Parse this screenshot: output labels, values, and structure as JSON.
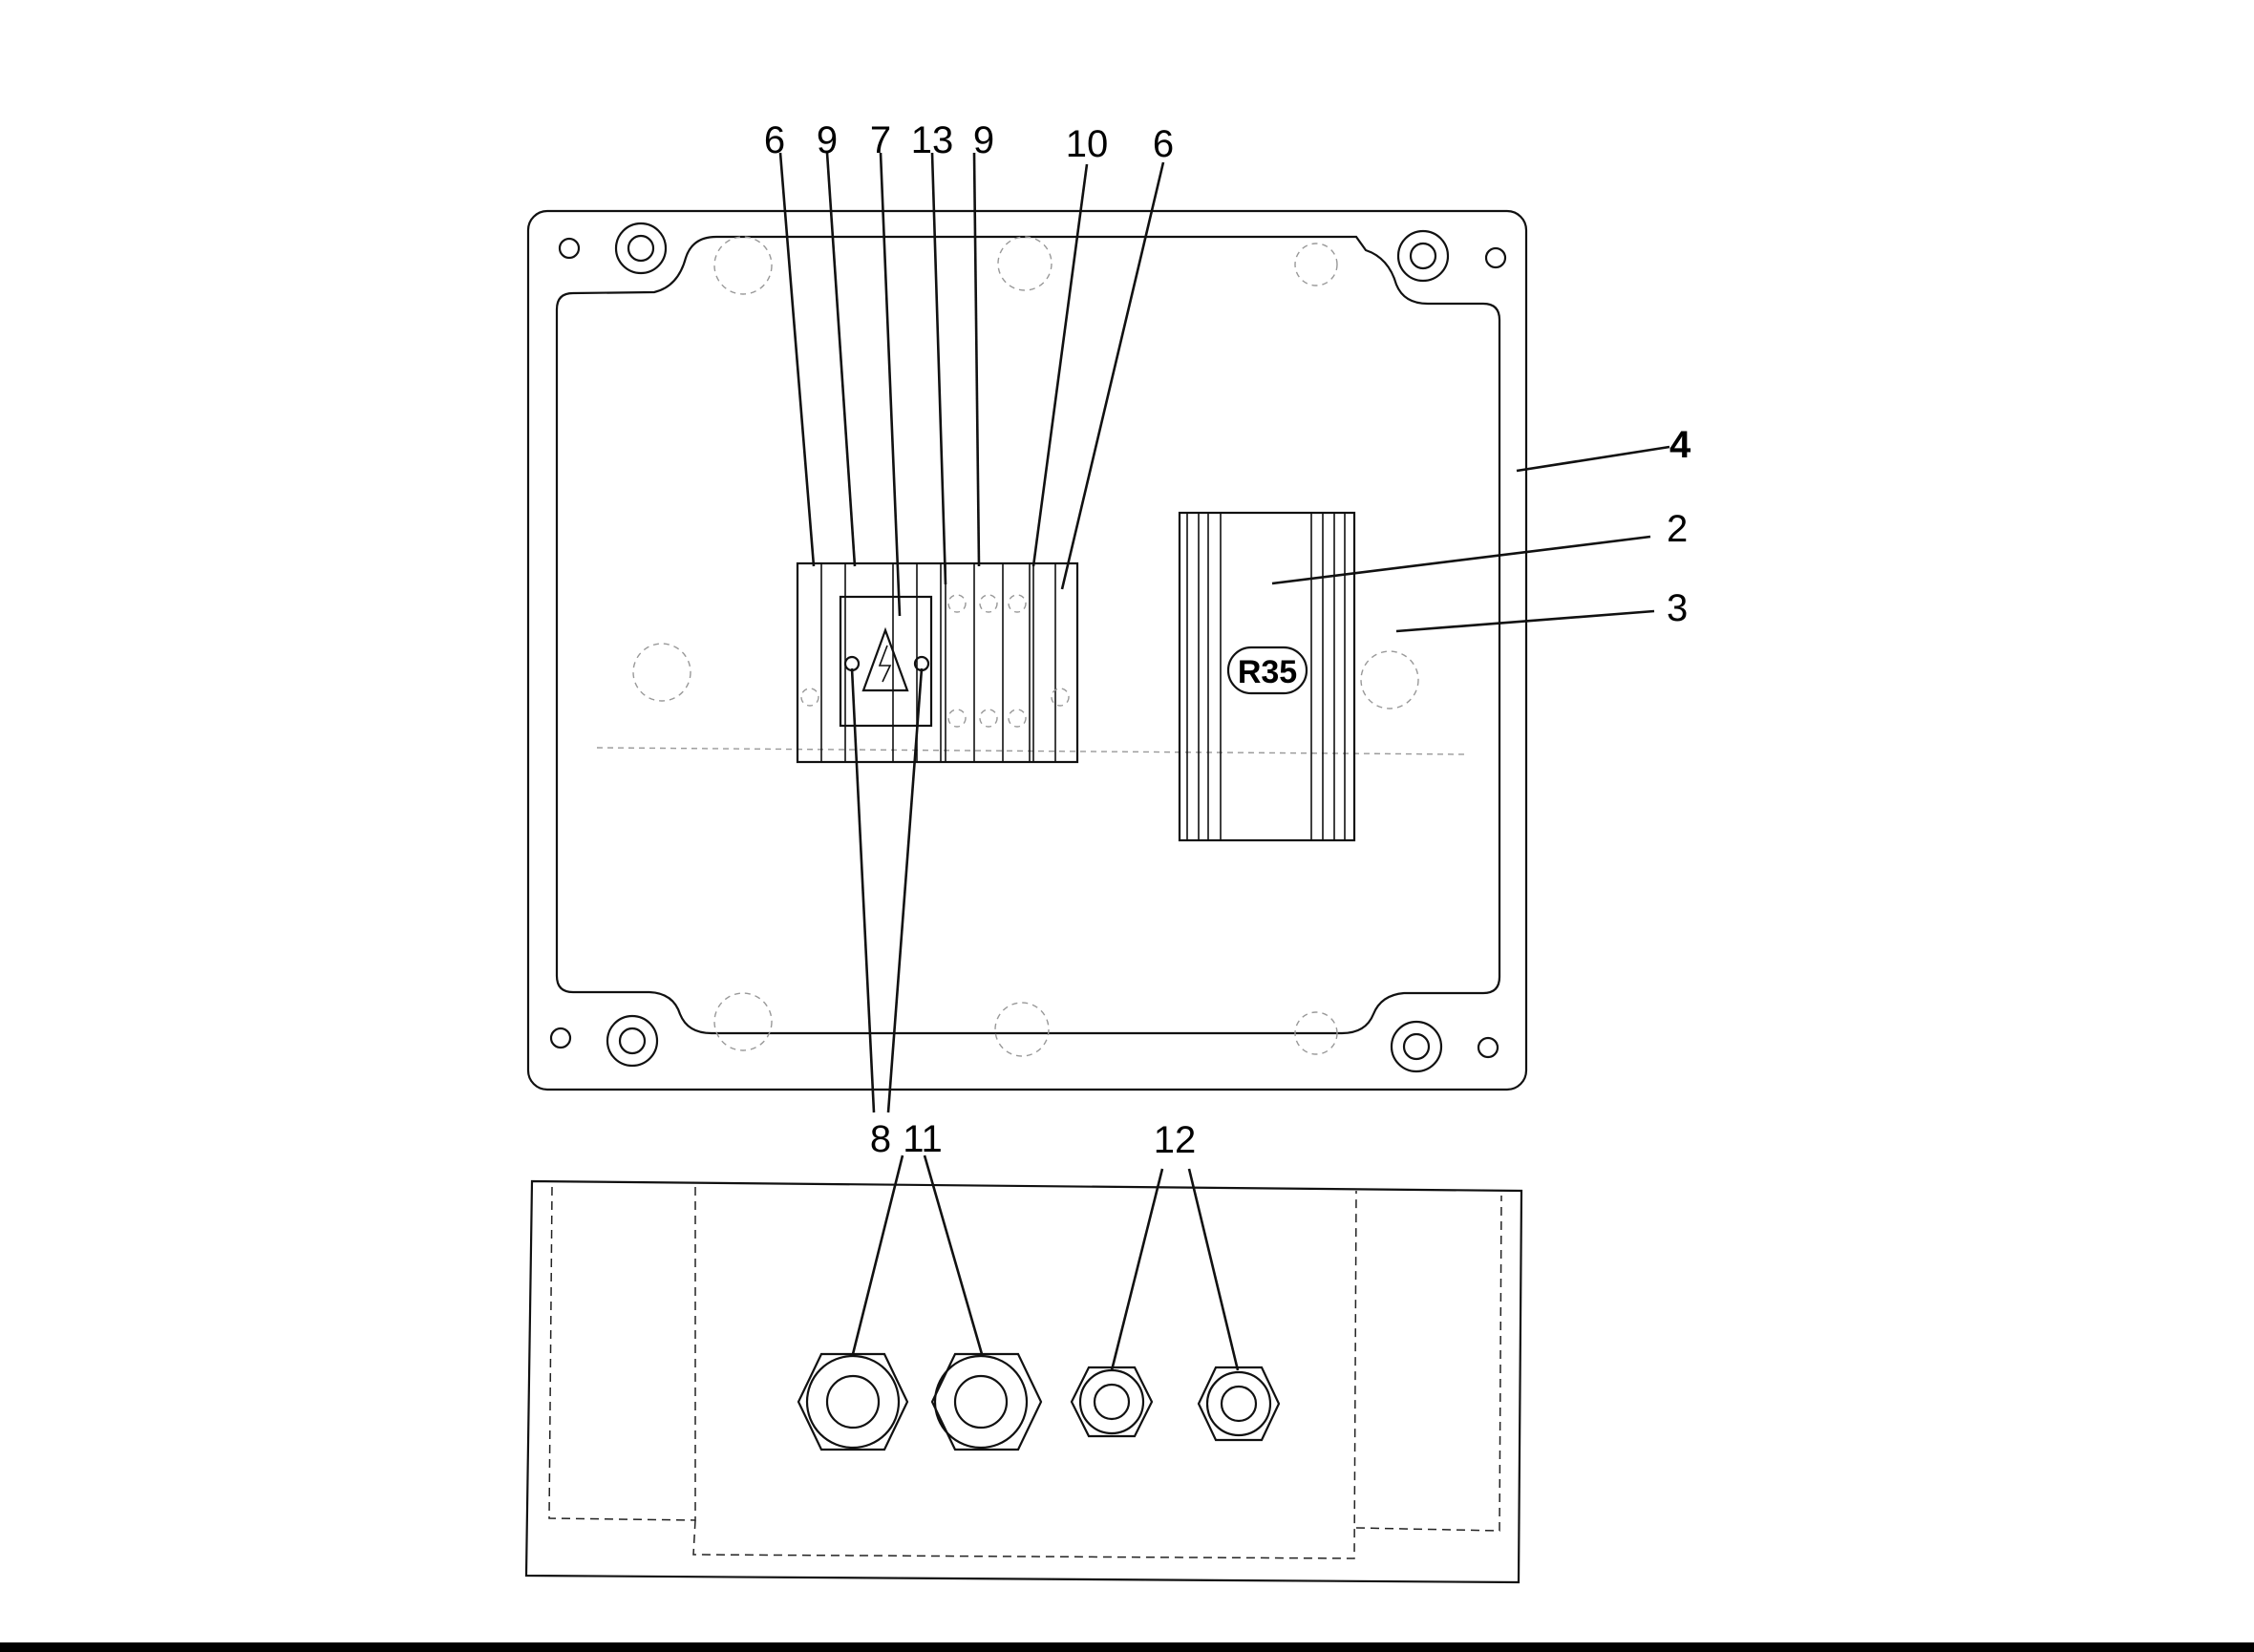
{
  "labels": {
    "l6a": "6",
    "l9a": "9",
    "l7": "7",
    "l13": "13",
    "l9b": "9",
    "l10": "10",
    "l6b": "6",
    "l4": "4",
    "l2": "2",
    "l3": "3",
    "l8": "8",
    "l11": "11",
    "l12": "12"
  },
  "component_marking": "R35",
  "icons": {
    "warning": "high-voltage-warning-icon"
  },
  "colors": {
    "line": "#111111",
    "background": "#ffffff"
  }
}
